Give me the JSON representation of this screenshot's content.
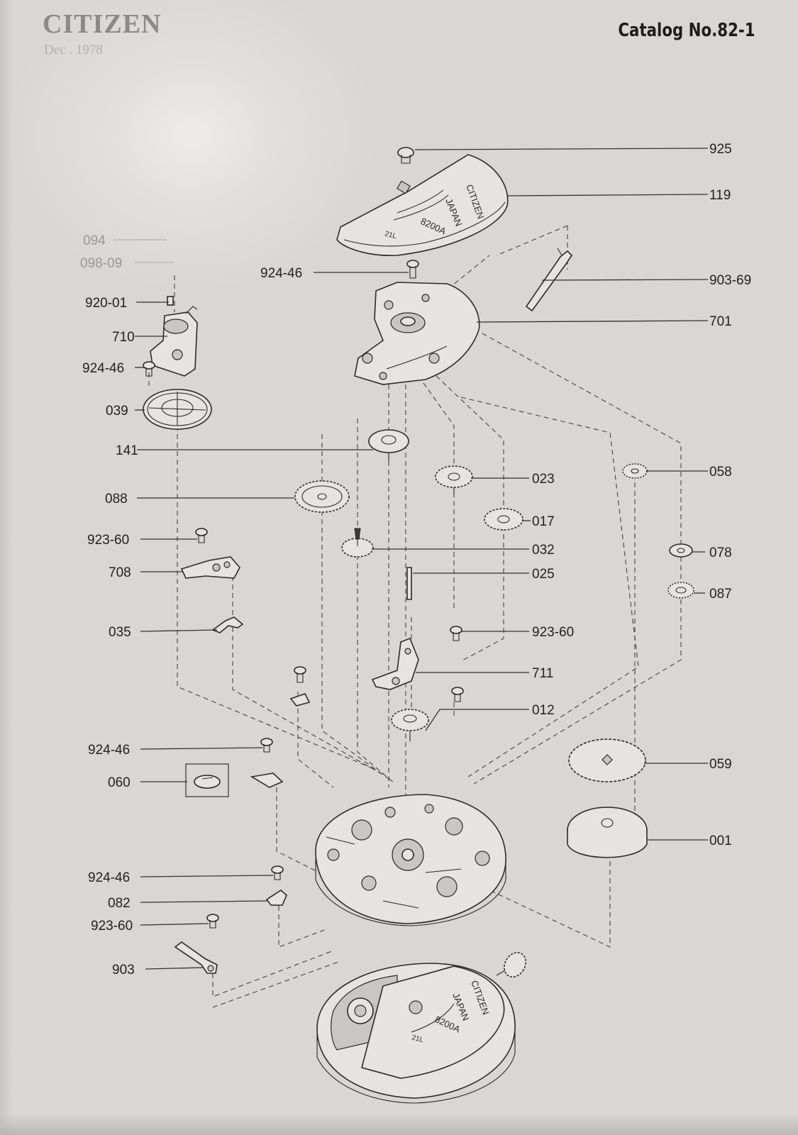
{
  "header": {
    "brand": "CITIZEN",
    "date": "Dec . 1978",
    "catalog": "Catalog No.82-1"
  },
  "engraving": {
    "brand": "CITIZEN",
    "country": "JAPAN",
    "caliber": "8200A",
    "jewels": "21L"
  },
  "labels": {
    "l925": "925",
    "l119": "119",
    "l903_69": "903-69",
    "l701": "701",
    "l924_46_a": "924-46",
    "l094": "094",
    "l098_09": "098-09",
    "l920_01": "920-01",
    "l710": "710",
    "l924_46_b": "924-46",
    "l039": "039",
    "l141": "141",
    "l088": "088",
    "l023": "023",
    "l058": "058",
    "l017": "017",
    "l923_60_a": "923-60",
    "l032": "032",
    "l078": "078",
    "l708": "708",
    "l025": "025",
    "l087": "087",
    "l035": "035",
    "l923_60_b": "923-60",
    "l711": "711",
    "l012": "012",
    "l924_46_c": "924-46",
    "l059": "059",
    "l060": "060",
    "l001": "001",
    "l924_46_d": "924-46",
    "l082": "082",
    "l923_60_c": "923-60",
    "l903": "903"
  }
}
